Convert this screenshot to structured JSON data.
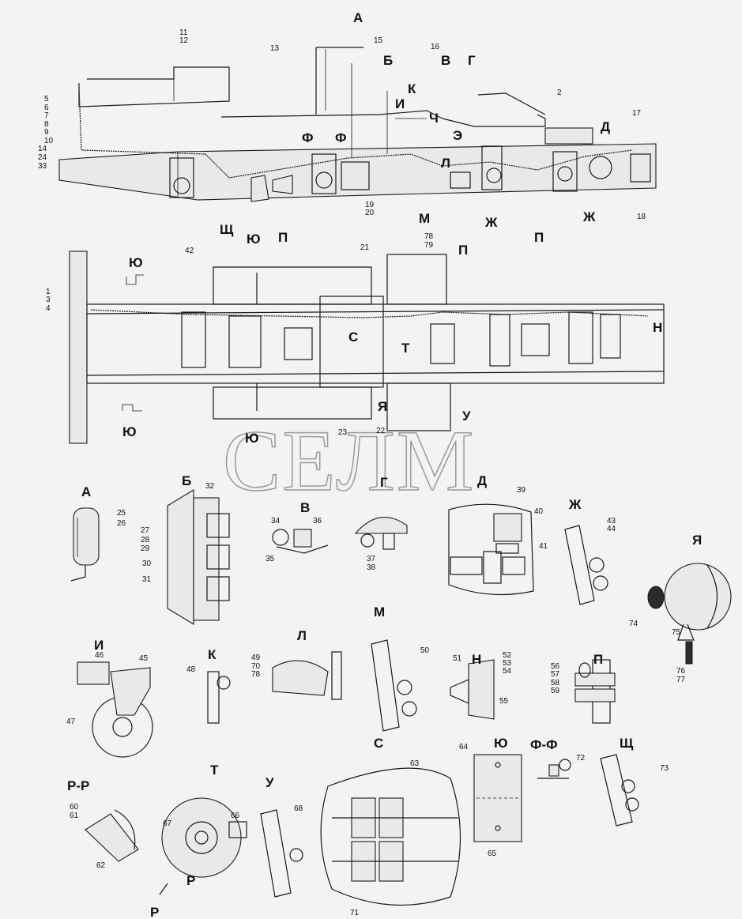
{
  "watermark": "СЕЛМ",
  "top_view": {
    "view_letters": [
      "А",
      "Б",
      "К",
      "И",
      "В",
      "Г",
      "Ч",
      "Э",
      "Д",
      "Ф",
      "Ф",
      "Л",
      "М",
      "Ж",
      "Ж",
      "Щ"
    ],
    "part_numbers": [
      "11",
      "12",
      "13",
      "15",
      "16",
      "2",
      "17",
      "18",
      "19",
      "20",
      "5",
      "6",
      "7",
      "8",
      "9",
      "10",
      "14",
      "24",
      "33"
    ]
  },
  "plan_view": {
    "view_letters": [
      "Ю",
      "Ю",
      "П",
      "П",
      "П",
      "С",
      "Т",
      "Н",
      "Я",
      "У",
      "Ю",
      "Ю"
    ],
    "part_numbers": [
      "1",
      "3",
      "4",
      "42",
      "21",
      "78",
      "79",
      "23",
      "22"
    ]
  },
  "details": [
    {
      "title": "А",
      "parts": [
        "25",
        "26"
      ]
    },
    {
      "title": "Б",
      "parts": [
        "32",
        "27",
        "28",
        "29",
        "30",
        "31"
      ]
    },
    {
      "title": "В",
      "parts": [
        "34",
        "36",
        "35"
      ]
    },
    {
      "title": "Г",
      "parts": [
        "37",
        "38"
      ]
    },
    {
      "title": "Д",
      "parts": [
        "39",
        "40",
        "41"
      ]
    },
    {
      "title": "Ж",
      "parts": [
        "43",
        "44"
      ]
    },
    {
      "title": "Я",
      "parts": [
        "74",
        "75",
        "76",
        "77"
      ]
    },
    {
      "title": "И",
      "parts": [
        "46",
        "45",
        "47"
      ]
    },
    {
      "title": "К",
      "parts": [
        "48"
      ]
    },
    {
      "title": "Л",
      "parts": [
        "49",
        "70",
        "78"
      ]
    },
    {
      "title": "М",
      "parts": [
        "50"
      ]
    },
    {
      "title": "Н",
      "parts": [
        "51",
        "52",
        "53",
        "54",
        "55"
      ]
    },
    {
      "title": "П",
      "parts": [
        "56",
        "57",
        "58",
        "59"
      ]
    },
    {
      "title": "Р-Р",
      "parts": [
        "60",
        "61",
        "62"
      ]
    },
    {
      "title": "Т",
      "parts": [
        "67",
        "66"
      ]
    },
    {
      "title": "Р",
      "parts": []
    },
    {
      "title": "Р",
      "parts": []
    },
    {
      "title": "У",
      "parts": [
        "68"
      ]
    },
    {
      "title": "С",
      "parts": [
        "63",
        "71"
      ]
    },
    {
      "title": "Ю",
      "parts": [
        "64",
        "65"
      ]
    },
    {
      "title": "Ф-Ф",
      "parts": [
        "72"
      ]
    },
    {
      "title": "Щ",
      "parts": [
        "73"
      ]
    }
  ]
}
